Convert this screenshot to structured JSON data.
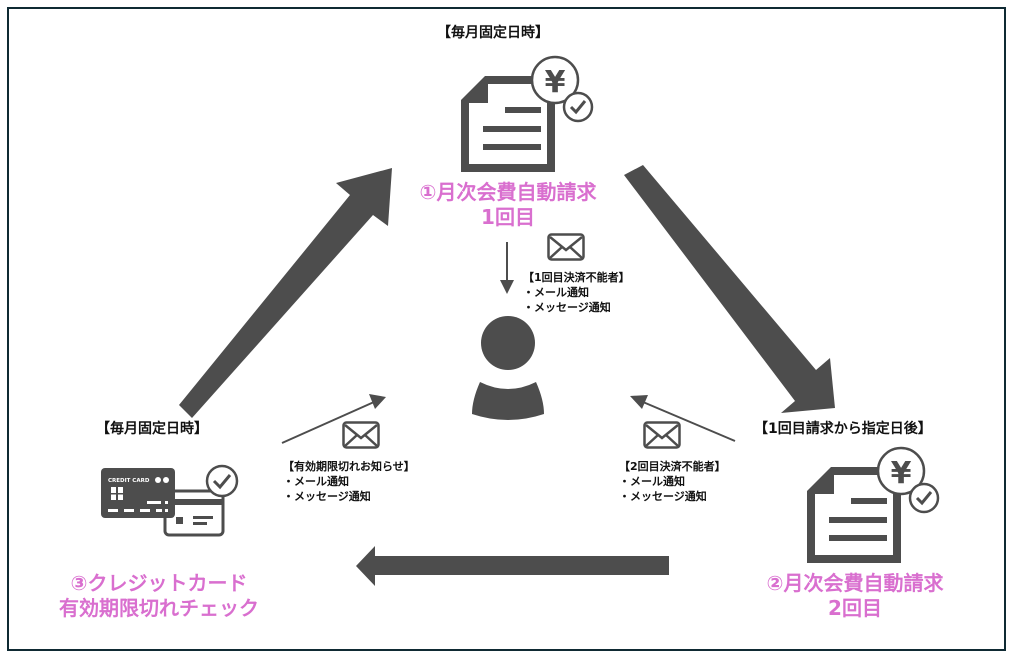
{
  "diagram": {
    "title": "月次会費自動請求フロー",
    "colors": {
      "accent_pink": "#d96fcf",
      "icon_gray": "#4d4d4d",
      "frame": "#0f2a33"
    },
    "nodes": {
      "step1": {
        "timing": "【毎月固定日時】",
        "label_line1": "①月次会費自動請求",
        "label_line2": "1回目",
        "icon": "invoice-yen-check-icon"
      },
      "step2": {
        "timing": "【1回目請求から指定日後】",
        "label_line1": "②月次会費自動請求",
        "label_line2": "2回目",
        "icon": "invoice-yen-check-icon"
      },
      "step3": {
        "timing": "【毎月固定日時】",
        "label_line1": "③クレジットカード",
        "label_line2": "有効期限切れチェック",
        "icon": "credit-card-check-icon",
        "card_text": "CREDIT CARD"
      },
      "member": {
        "icon": "person-icon"
      }
    },
    "notifications": [
      {
        "heading": "【1回目決済不能者】",
        "items": [
          "・メール通知",
          "・メッセージ通知"
        ],
        "icon": "mail-icon"
      },
      {
        "heading": "【2回目決済不能者】",
        "items": [
          "・メール通知",
          "・メッセージ通知"
        ],
        "icon": "mail-icon"
      },
      {
        "heading": "【有効期限切れお知らせ】",
        "items": [
          "・メール通知",
          "・メッセージ通知"
        ],
        "icon": "mail-icon"
      }
    ],
    "flow": [
      "step1",
      "step2",
      "step3",
      "step1"
    ]
  }
}
